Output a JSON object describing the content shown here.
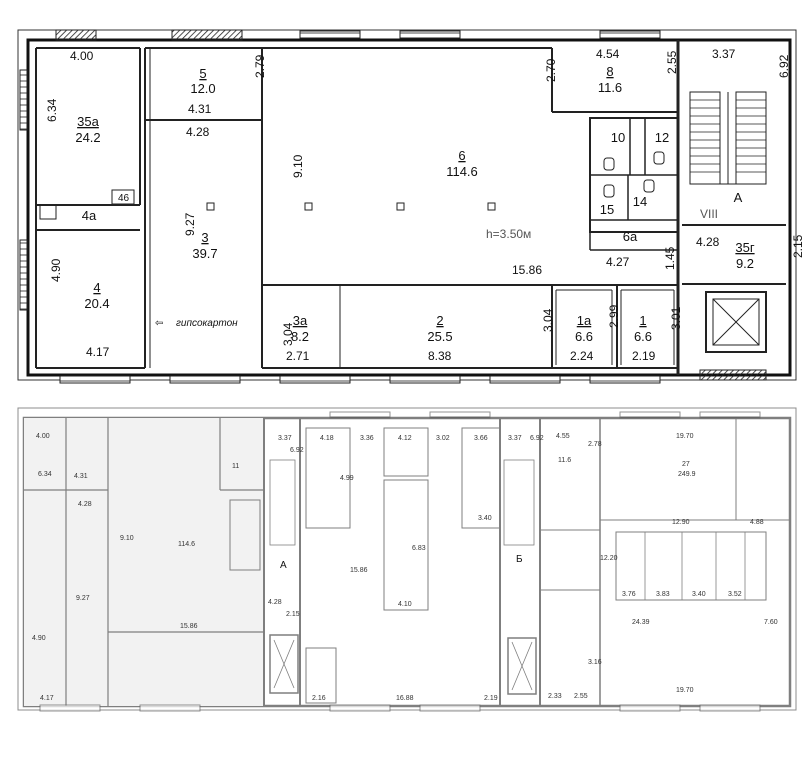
{
  "rooms": [
    {
      "num": "35a",
      "area": "24.2"
    },
    {
      "num": "5",
      "area": "12.0"
    },
    {
      "num": "6",
      "area": "114.6"
    },
    {
      "num": "8",
      "area": "11.6"
    },
    {
      "num": "3",
      "area": "39.7"
    },
    {
      "num": "4",
      "area": "20.4"
    },
    {
      "num": "3a",
      "area": "8.2"
    },
    {
      "num": "2",
      "area": "25.5"
    },
    {
      "num": "1a",
      "area": "6.6"
    },
    {
      "num": "1",
      "area": "6.6"
    },
    {
      "num": "35г",
      "area": "9.2"
    },
    {
      "num": "10",
      "area": ""
    },
    {
      "num": "12",
      "area": ""
    },
    {
      "num": "15",
      "area": ""
    },
    {
      "num": "14",
      "area": ""
    },
    {
      "num": "6a",
      "area": ""
    },
    {
      "num": "4a",
      "area": ""
    },
    {
      "num": "46",
      "area": ""
    }
  ],
  "dims": {
    "d_400": "4.00",
    "d_634": "6.34",
    "d_431": "4.31",
    "d_279": "2.79",
    "d_428a": "4.28",
    "d_270": "2.70",
    "d_454": "4.54",
    "d_255": "2.55",
    "d_337": "3.37",
    "d_692": "6.92",
    "d_910": "9.10",
    "d_927": "9.27",
    "d_490": "4.90",
    "d_417": "4.17",
    "d_1586": "15.86",
    "d_427": "4.27",
    "d_145": "1.45",
    "d_428b": "4.28",
    "d_215": "2.15",
    "d_304a": "3.04",
    "d_271": "2.71",
    "d_838": "8.38",
    "d_304b": "3.04",
    "d_299": "2.99",
    "d_224": "2.24",
    "d_301": "3.01",
    "d_219": "2.19"
  },
  "labels": {
    "height": "h=3.50м",
    "drywall": "гипсокартон",
    "stair_letter": "A",
    "roman": "VIII"
  },
  "lower": {
    "labels": [
      "4.00",
      "6.34",
      "4.31",
      "4.28",
      "9.10",
      "9.27",
      "4.90",
      "4.17",
      "15.86",
      "3.37",
      "6.92",
      "4.28",
      "2.15",
      "4.18",
      "3.36",
      "4.12",
      "3.02",
      "3.66",
      "4.99",
      "6.83",
      "4.10",
      "15.86",
      "3.40",
      "3.37",
      "6.92",
      "4.55",
      "2.78",
      "11.6",
      "19.70",
      "27",
      "249.9",
      "12.90",
      "4.88",
      "12.20",
      "3.76",
      "3.83",
      "3.40",
      "3.52",
      "24.39",
      "7.60",
      "19.70",
      "3.16",
      "2.33",
      "2.55",
      "16.88",
      "2.16",
      "2.19"
    ],
    "a1": "A",
    "a2": "Б",
    "room_114": "114.6",
    "room_23": "11",
    "room_big": "249.9"
  }
}
